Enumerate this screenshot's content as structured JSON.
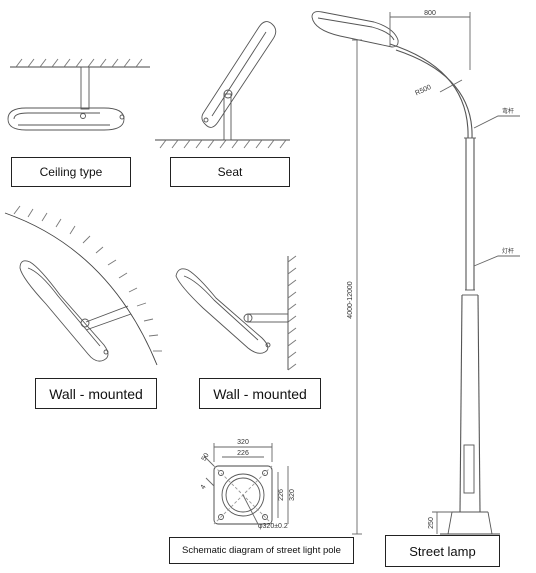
{
  "labels": {
    "ceiling": "Ceiling type",
    "seat": "Seat",
    "wall1": "Wall - mounted",
    "wall2": "Wall - mounted",
    "schematic": "Schematic diagram of street light pole",
    "street": "Street lamp"
  },
  "dimensions": {
    "arm_length": "800",
    "radius": "R500",
    "height": "4000-12000",
    "base_height": "250",
    "flange_width": "320",
    "bolt_spacing": "226",
    "side_226": "226",
    "side_320": "320",
    "corner": "50",
    "hole": "4",
    "diameter": "φ320±0.2"
  },
  "callouts": {
    "arm": "弯杆",
    "pole": "灯杆"
  }
}
